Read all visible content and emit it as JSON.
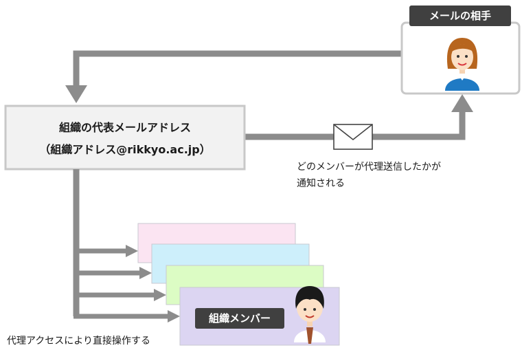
{
  "org_address": {
    "title": "組織の代表メールアドレス",
    "address": "（組織アドレス@rikkyo.ac.jp）"
  },
  "recipient": {
    "label": "メールの相手"
  },
  "notification": {
    "line1": "どのメンバーが代理送信したかが",
    "line2": "通知される"
  },
  "members": {
    "label": "組織メンバー",
    "proxy_caption": "代理アクセスにより直接操作する",
    "card_colors": [
      "#fbe4f2",
      "#cdeffb",
      "#dcfcc4",
      "#dcd5f2"
    ]
  },
  "colors": {
    "arrow": "#8c8c8c",
    "box_border": "#c8c8c8",
    "box_fill": "#f2f2f2",
    "label_bg": "#404040"
  }
}
